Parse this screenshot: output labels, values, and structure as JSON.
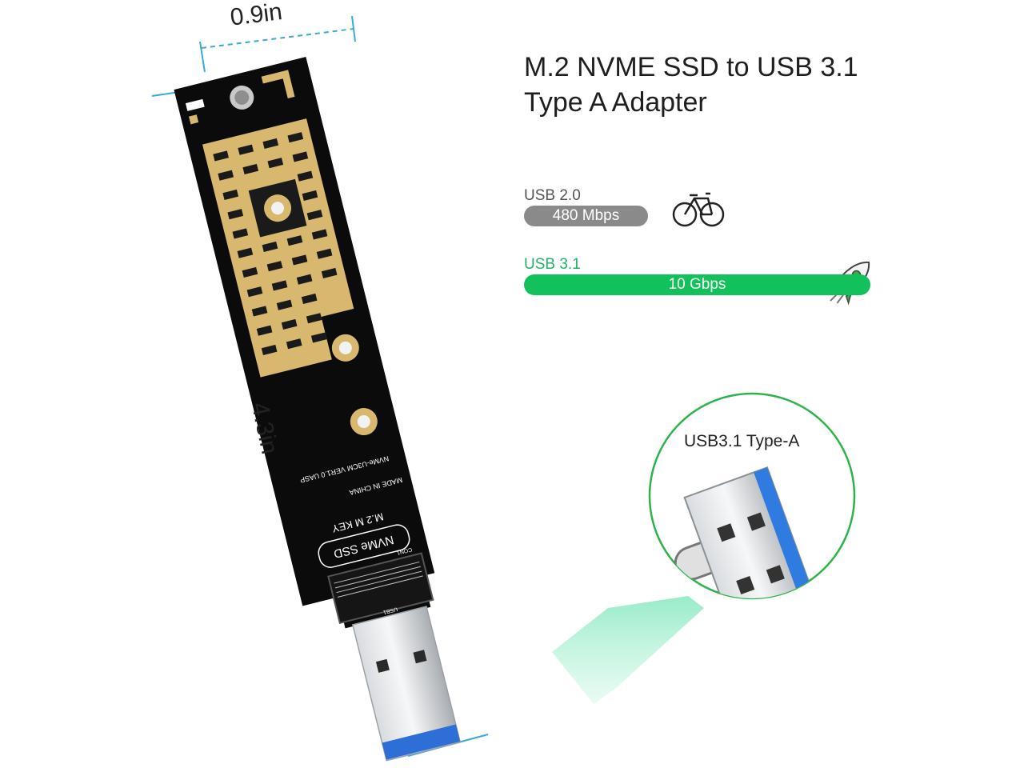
{
  "product": {
    "title_line1": "M.2 NVME SSD to USB 3.1",
    "title_line2": "Type A Adapter"
  },
  "speeds": {
    "usb2": {
      "label": "USB 2.0",
      "speed": "480 Mbps",
      "icon": "bicycle-icon",
      "color": "#8a8a8a"
    },
    "usb3": {
      "label": "USB 3.1",
      "speed": "10 Gbps",
      "icon": "rocket-icon",
      "color": "#12c15a"
    }
  },
  "dimensions": {
    "width": "0.9in",
    "length": "4.3in",
    "line_color": "#3aa8d8"
  },
  "callout": {
    "label": "USB3.1 Type-A",
    "border_color": "#2db34a"
  },
  "board_text": {
    "nvme_ssd": "NVMe SSD",
    "m2_key": "M.2 M KEY",
    "version": "NVMe-U3CM VER1.0 UASP",
    "made_in": "MADE IN CHINA",
    "connector": "CON1",
    "usb": "USB1"
  }
}
